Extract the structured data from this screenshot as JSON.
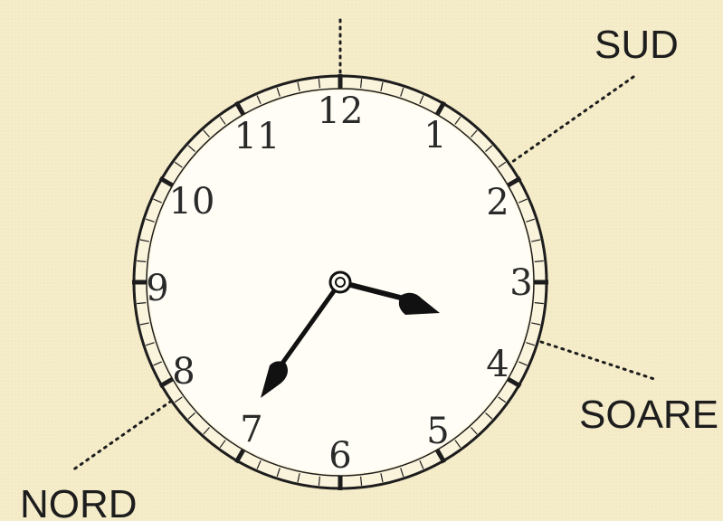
{
  "clock": {
    "numerals": [
      "12",
      "1",
      "2",
      "3",
      "4",
      "5",
      "6",
      "7",
      "8",
      "9",
      "10",
      "11"
    ],
    "time": {
      "hour": 3,
      "minute": 35
    }
  },
  "directions": {
    "south": "SUD",
    "north": "NORD",
    "sun": "SOARE"
  },
  "colors": {
    "background": "#f5ecca",
    "dial": "#fffdf5",
    "ink": "#1d1d1d"
  }
}
